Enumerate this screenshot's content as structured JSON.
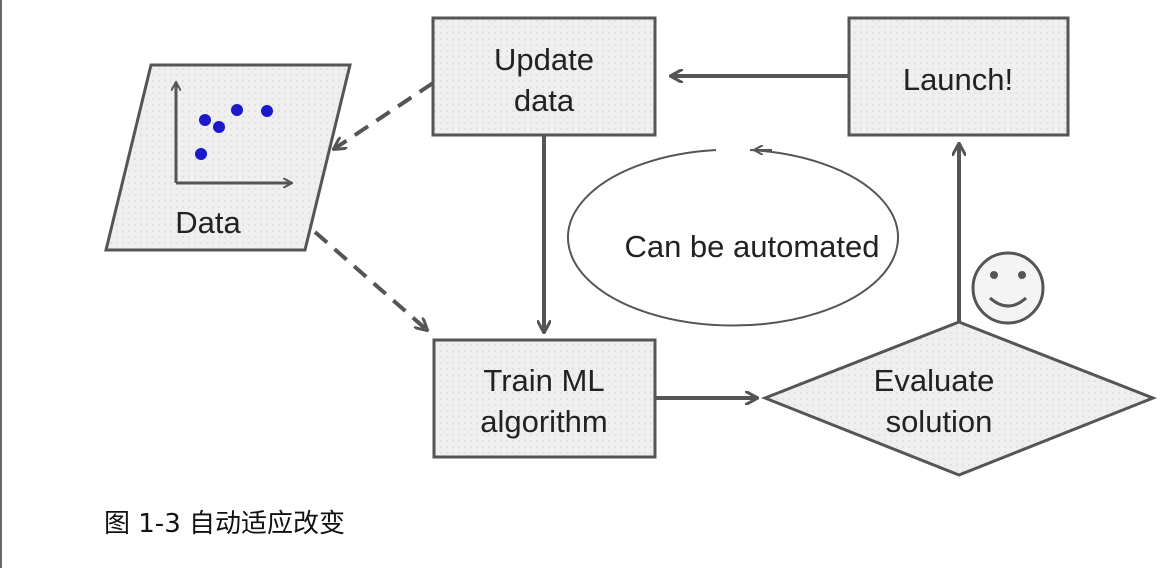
{
  "diagram": {
    "update_data_line1": "Update",
    "update_data_line2": "data",
    "launch": "Launch!",
    "data": "Data",
    "automated": "Can be automated",
    "train_line1": "Train ML",
    "train_line2": "algorithm",
    "evaluate_line1": "Evaluate",
    "evaluate_line2": "solution",
    "colors": {
      "box_fill": "#efefef",
      "stroke": "#555555",
      "dot": "#1a1acc",
      "text": "#222222"
    }
  },
  "caption": {
    "text": "图 1-3 自动适应改变"
  }
}
